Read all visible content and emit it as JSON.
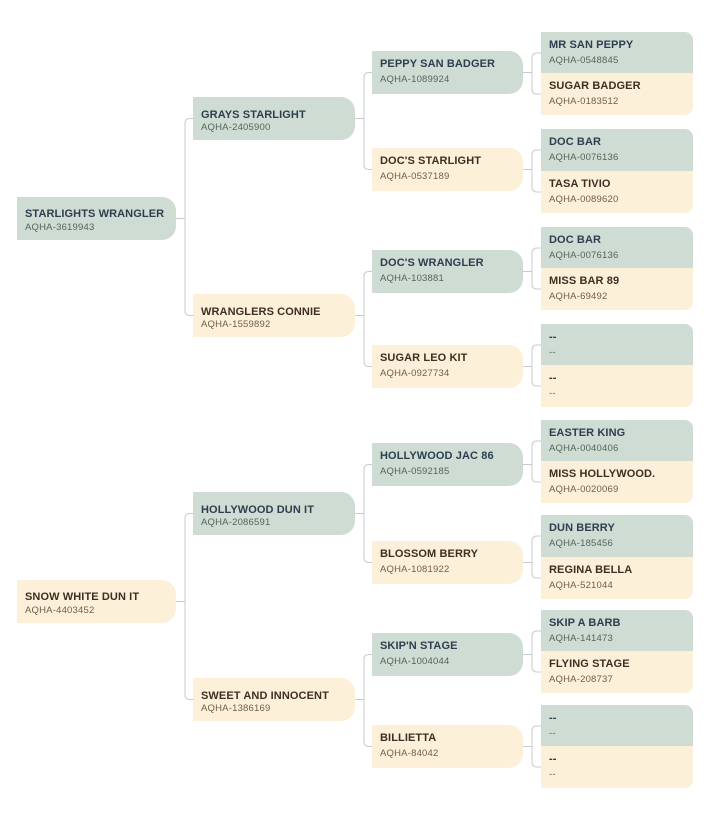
{
  "pedigrees": [
    {
      "subject": {
        "name": "STARLIGHTS WRANGLER",
        "reg": "AQHA-3619943"
      },
      "sire": {
        "name": "GRAYS STARLIGHT",
        "reg": "AQHA-2405900"
      },
      "dam": {
        "name": "WRANGLERS CONNIE",
        "reg": "AQHA-1559892"
      },
      "sire_sire": {
        "name": "PEPPY SAN BADGER",
        "reg": "AQHA-1089924"
      },
      "sire_dam": {
        "name": "DOC'S STARLIGHT",
        "reg": "AQHA-0537189"
      },
      "dam_sire": {
        "name": "DOC'S WRANGLER",
        "reg": "AQHA-103881"
      },
      "dam_dam": {
        "name": "SUGAR LEO KIT",
        "reg": "AQHA-0927734"
      },
      "great_grandparents": [
        {
          "name": "MR SAN PEPPY",
          "reg": "AQHA-0548845"
        },
        {
          "name": "SUGAR BADGER",
          "reg": "AQHA-0183512"
        },
        {
          "name": "DOC BAR",
          "reg": "AQHA-0076136"
        },
        {
          "name": "TASA TIVIO",
          "reg": "AQHA-0089620"
        },
        {
          "name": "DOC BAR",
          "reg": "AQHA-0076136"
        },
        {
          "name": "MISS BAR 89",
          "reg": "AQHA-69492"
        },
        {
          "name": "--",
          "reg": "--"
        },
        {
          "name": "--",
          "reg": "--"
        }
      ]
    },
    {
      "subject": {
        "name": "SNOW WHITE DUN IT",
        "reg": "AQHA-4403452"
      },
      "sire": {
        "name": "HOLLYWOOD DUN IT",
        "reg": "AQHA-2086591"
      },
      "dam": {
        "name": "SWEET AND INNOCENT",
        "reg": "AQHA-1386169"
      },
      "sire_sire": {
        "name": "HOLLYWOOD JAC 86",
        "reg": "AQHA-0592185"
      },
      "sire_dam": {
        "name": "BLOSSOM BERRY",
        "reg": "AQHA-1081922"
      },
      "dam_sire": {
        "name": "SKIP'N STAGE",
        "reg": "AQHA-1004044"
      },
      "dam_dam": {
        "name": "BILLIETTA",
        "reg": "AQHA-84042"
      },
      "great_grandparents": [
        {
          "name": "EASTER KING",
          "reg": "AQHA-0040406"
        },
        {
          "name": "MISS HOLLYWOOD.",
          "reg": "AQHA-0020069"
        },
        {
          "name": "DUN BERRY",
          "reg": "AQHA-185456"
        },
        {
          "name": "REGINA BELLA",
          "reg": "AQHA-521044"
        },
        {
          "name": "SKIP A BARB",
          "reg": "AQHA-141473"
        },
        {
          "name": "FLYING STAGE",
          "reg": "AQHA-208737"
        },
        {
          "name": "--",
          "reg": "--"
        },
        {
          "name": "--",
          "reg": "--"
        }
      ]
    }
  ],
  "colors": {
    "sire_fill": "#cfdcd3",
    "dam_fill": "#fdf0d9",
    "connector": "#c8cbcc"
  }
}
